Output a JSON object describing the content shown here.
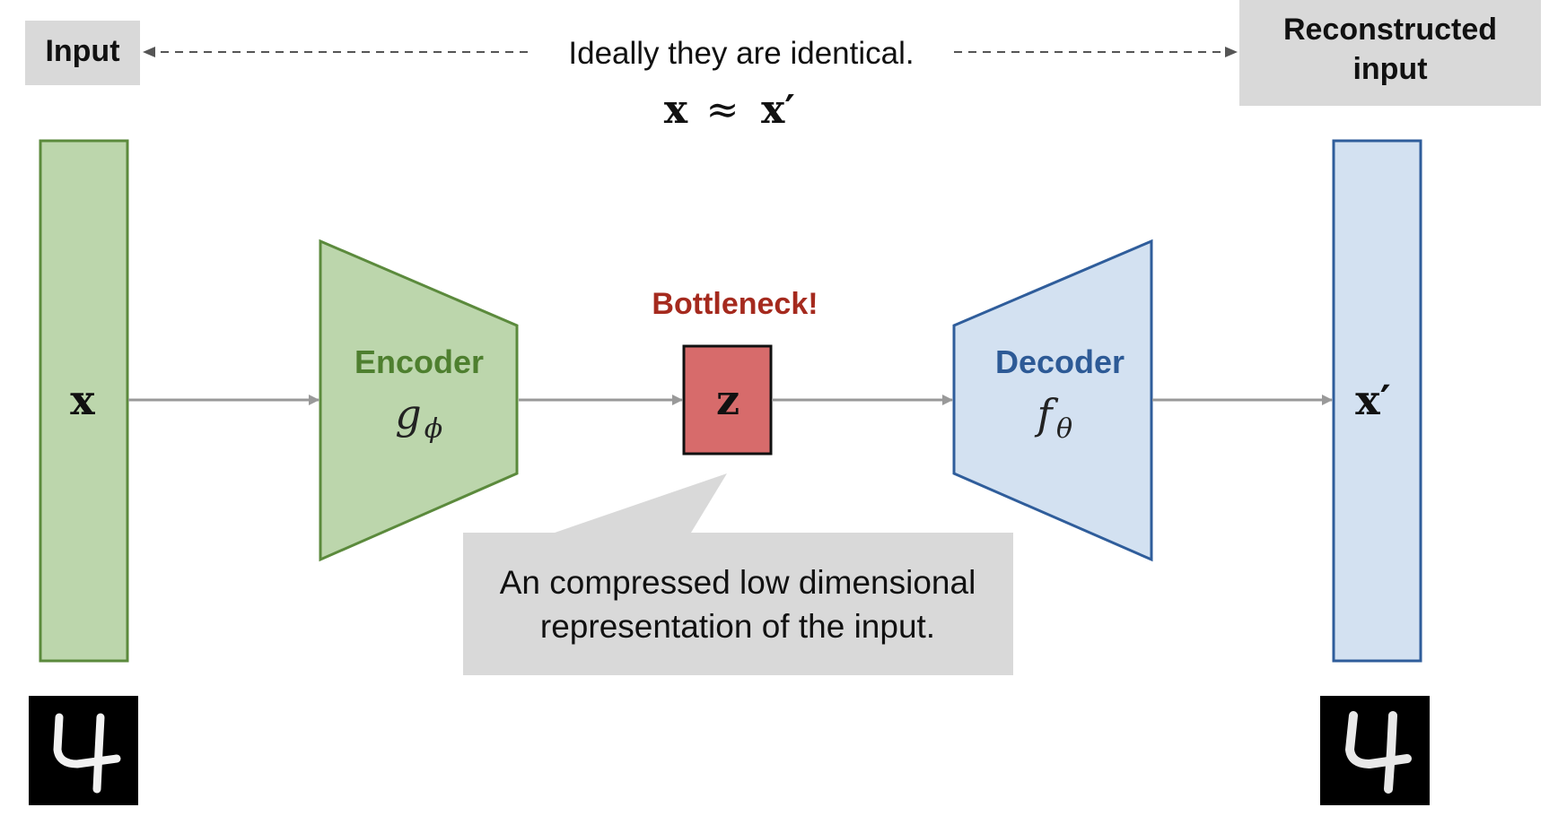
{
  "labels": {
    "input": "Input",
    "reconstructed_line1": "Reconstructed",
    "reconstructed_line2": "input",
    "identical": "Ideally they are identical.",
    "approx_x": "x",
    "approx_symbol": "≈",
    "approx_xprime": "x′",
    "x": "x",
    "x_prime": "x′",
    "encoder": "Encoder",
    "encoder_fn": "g",
    "encoder_sub": "ϕ",
    "decoder": "Decoder",
    "decoder_fn": "f",
    "decoder_sub": "θ",
    "z": "z",
    "bottleneck": "Bottleneck!",
    "callout_line1": "An compressed low dimensional",
    "callout_line2": "representation of the input."
  },
  "colors": {
    "green_fill": "#bcd6ac",
    "green_stroke": "#5b8a3c",
    "blue_fill": "#d3e1f1",
    "blue_stroke": "#2f5d9b",
    "red_fill": "#d76b6b",
    "bottleneck_text": "#a52a1e",
    "encoder_text": "#4e7f2f",
    "decoder_text": "#2d5a96",
    "gray_box": "#d9d9d9",
    "arrow": "#999999",
    "dashed": "#555555"
  },
  "digit_images": {
    "input_digit": "4",
    "output_digit": "4"
  }
}
